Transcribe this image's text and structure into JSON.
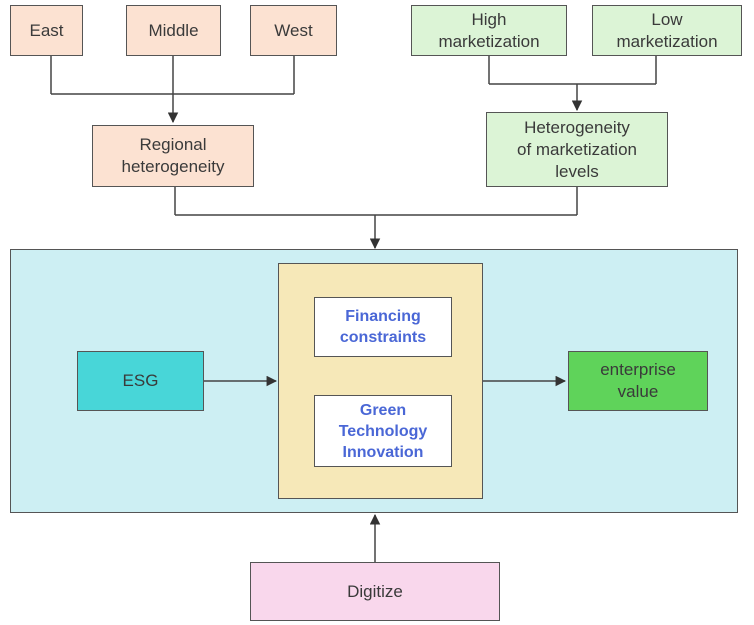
{
  "top_left": {
    "east": "East",
    "middle": "Middle",
    "west": "West"
  },
  "top_right": {
    "high": "High\nmarketization",
    "low": "Low\nmarketization"
  },
  "regional": "Regional\nheterogeneity",
  "marketization_levels": "Heterogeneity\nof marketization\nlevels",
  "esg": "ESG",
  "mediators": {
    "financing": "Financing\nconstraints",
    "green": "Green\nTechnology\nInnovation"
  },
  "enterprise_value": "enterprise\nvalue",
  "digitize": "Digitize",
  "colors": {
    "region_boxes": "#fce2d2",
    "marketization_boxes": "#dcf4d6",
    "main_panel": "#cdeff3",
    "mediator_panel": "#f6e8b8",
    "esg_box": "#48d6d8",
    "enterprise_value_box": "#5fd35a",
    "digitize_box": "#f9d7ec",
    "mediator_text": "#4a67d6"
  }
}
